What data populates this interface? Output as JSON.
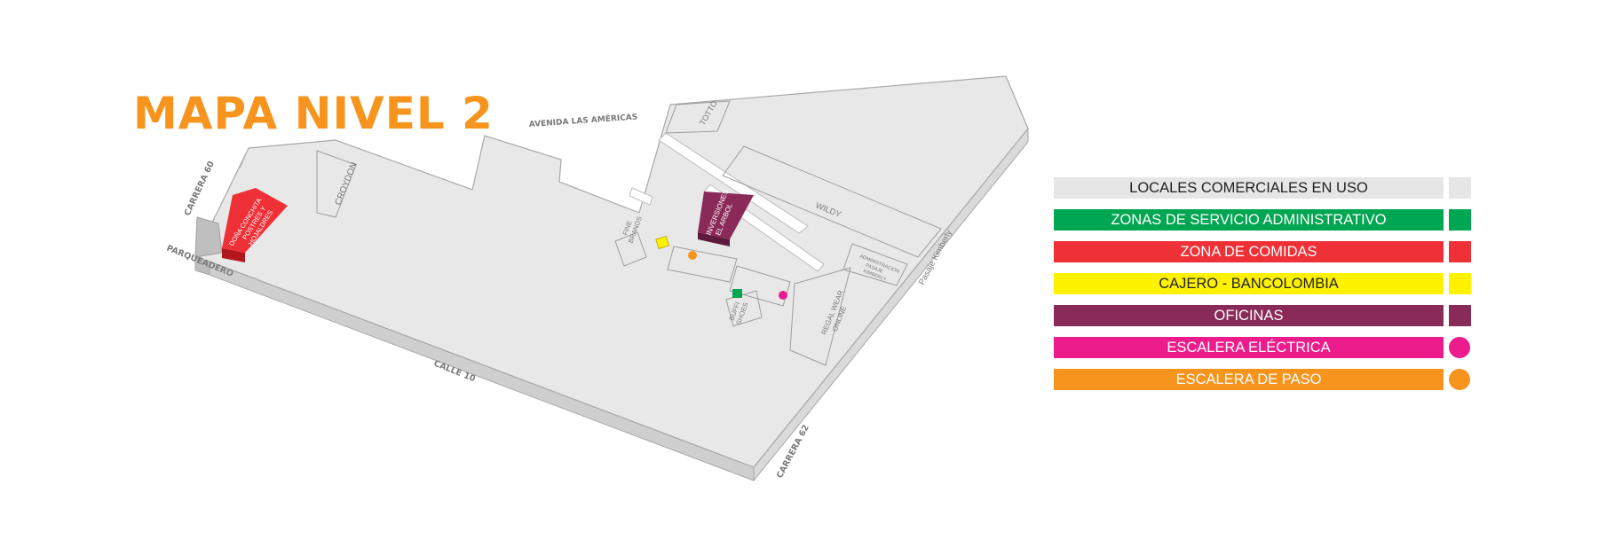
{
  "title": "MAPA NIVEL 2",
  "streets": {
    "avenida": "AVENIDA LAS AMÉRICAS",
    "carrera60": "CARRERA 60",
    "parqueadero": "PARQUEADERO",
    "calle10": "CALLE 10",
    "carrera62": "CARRERA 62",
    "pasaje": "Pasaje Kimberly"
  },
  "stores": {
    "croydon": "CROYDON",
    "totto": "TOTTO",
    "wildy": "WILDY",
    "fine_brands": [
      "FINE",
      "BRANDS"
    ],
    "buffi_shoes": [
      "BUFFI",
      "SHOES"
    ],
    "regal_wear": [
      "REGAL WEAR",
      "ONLINE"
    ],
    "administracion": [
      "ADMINISTRACION",
      "PASAJE",
      "KIMBERLY"
    ],
    "dona_conchita": [
      "DOÑA CONCHITA",
      "POSTRES Y",
      "HOJALDRES"
    ],
    "inversiones": [
      "INVERSIONES",
      "EL ARBOL"
    ]
  },
  "legend": [
    {
      "label": "LOCALES COMERCIALES EN USO",
      "color": "#e6e6e7",
      "text_color": "#222222",
      "shape": "square"
    },
    {
      "label": "ZONAS DE SERVICIO ADMINISTRATIVO",
      "color": "#00a651",
      "text_color": "#ffffff",
      "shape": "square"
    },
    {
      "label": "ZONA DE COMIDAS",
      "color": "#ef3036",
      "text_color": "#ffffff",
      "shape": "square"
    },
    {
      "label": "CAJERO - BANCOLOMBIA",
      "color": "#fff200",
      "text_color": "#222222",
      "shape": "square"
    },
    {
      "label": "OFICINAS",
      "color": "#8a2a58",
      "text_color": "#ffffff",
      "shape": "square"
    },
    {
      "label": "ESCALERA ELÉCTRICA",
      "color": "#ec1c8c",
      "text_color": "#ffffff",
      "shape": "circle"
    },
    {
      "label": "ESCALERA DE PASO",
      "color": "#f7941d",
      "text_color": "#ffffff",
      "shape": "circle"
    }
  ]
}
